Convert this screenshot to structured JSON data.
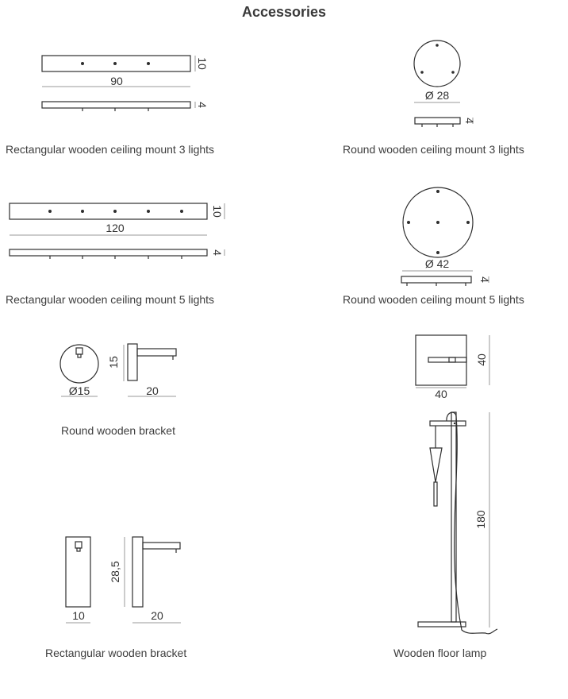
{
  "title": "Accessories",
  "items": [
    {
      "name": "Rectangular wooden ceiling mount 3 lights",
      "dims": [
        "90",
        "10",
        "4"
      ]
    },
    {
      "name": "Round wooden ceiling mount 3 lights",
      "dims": [
        "Ø 28",
        "4"
      ]
    },
    {
      "name": "Rectangular wooden ceiling mount 5 lights",
      "dims": [
        "120",
        "10",
        "4"
      ]
    },
    {
      "name": "Round wooden ceiling mount 5 lights",
      "dims": [
        "Ø 42",
        "4"
      ]
    },
    {
      "name": "Round wooden bracket",
      "dims": [
        "Ø15",
        "15",
        "20"
      ]
    },
    {
      "name": "Wooden floor lamp",
      "dims": [
        "40",
        "40",
        "180"
      ]
    },
    {
      "name": "Rectangular wooden bracket",
      "dims": [
        "10",
        "28,5",
        "20"
      ]
    }
  ]
}
